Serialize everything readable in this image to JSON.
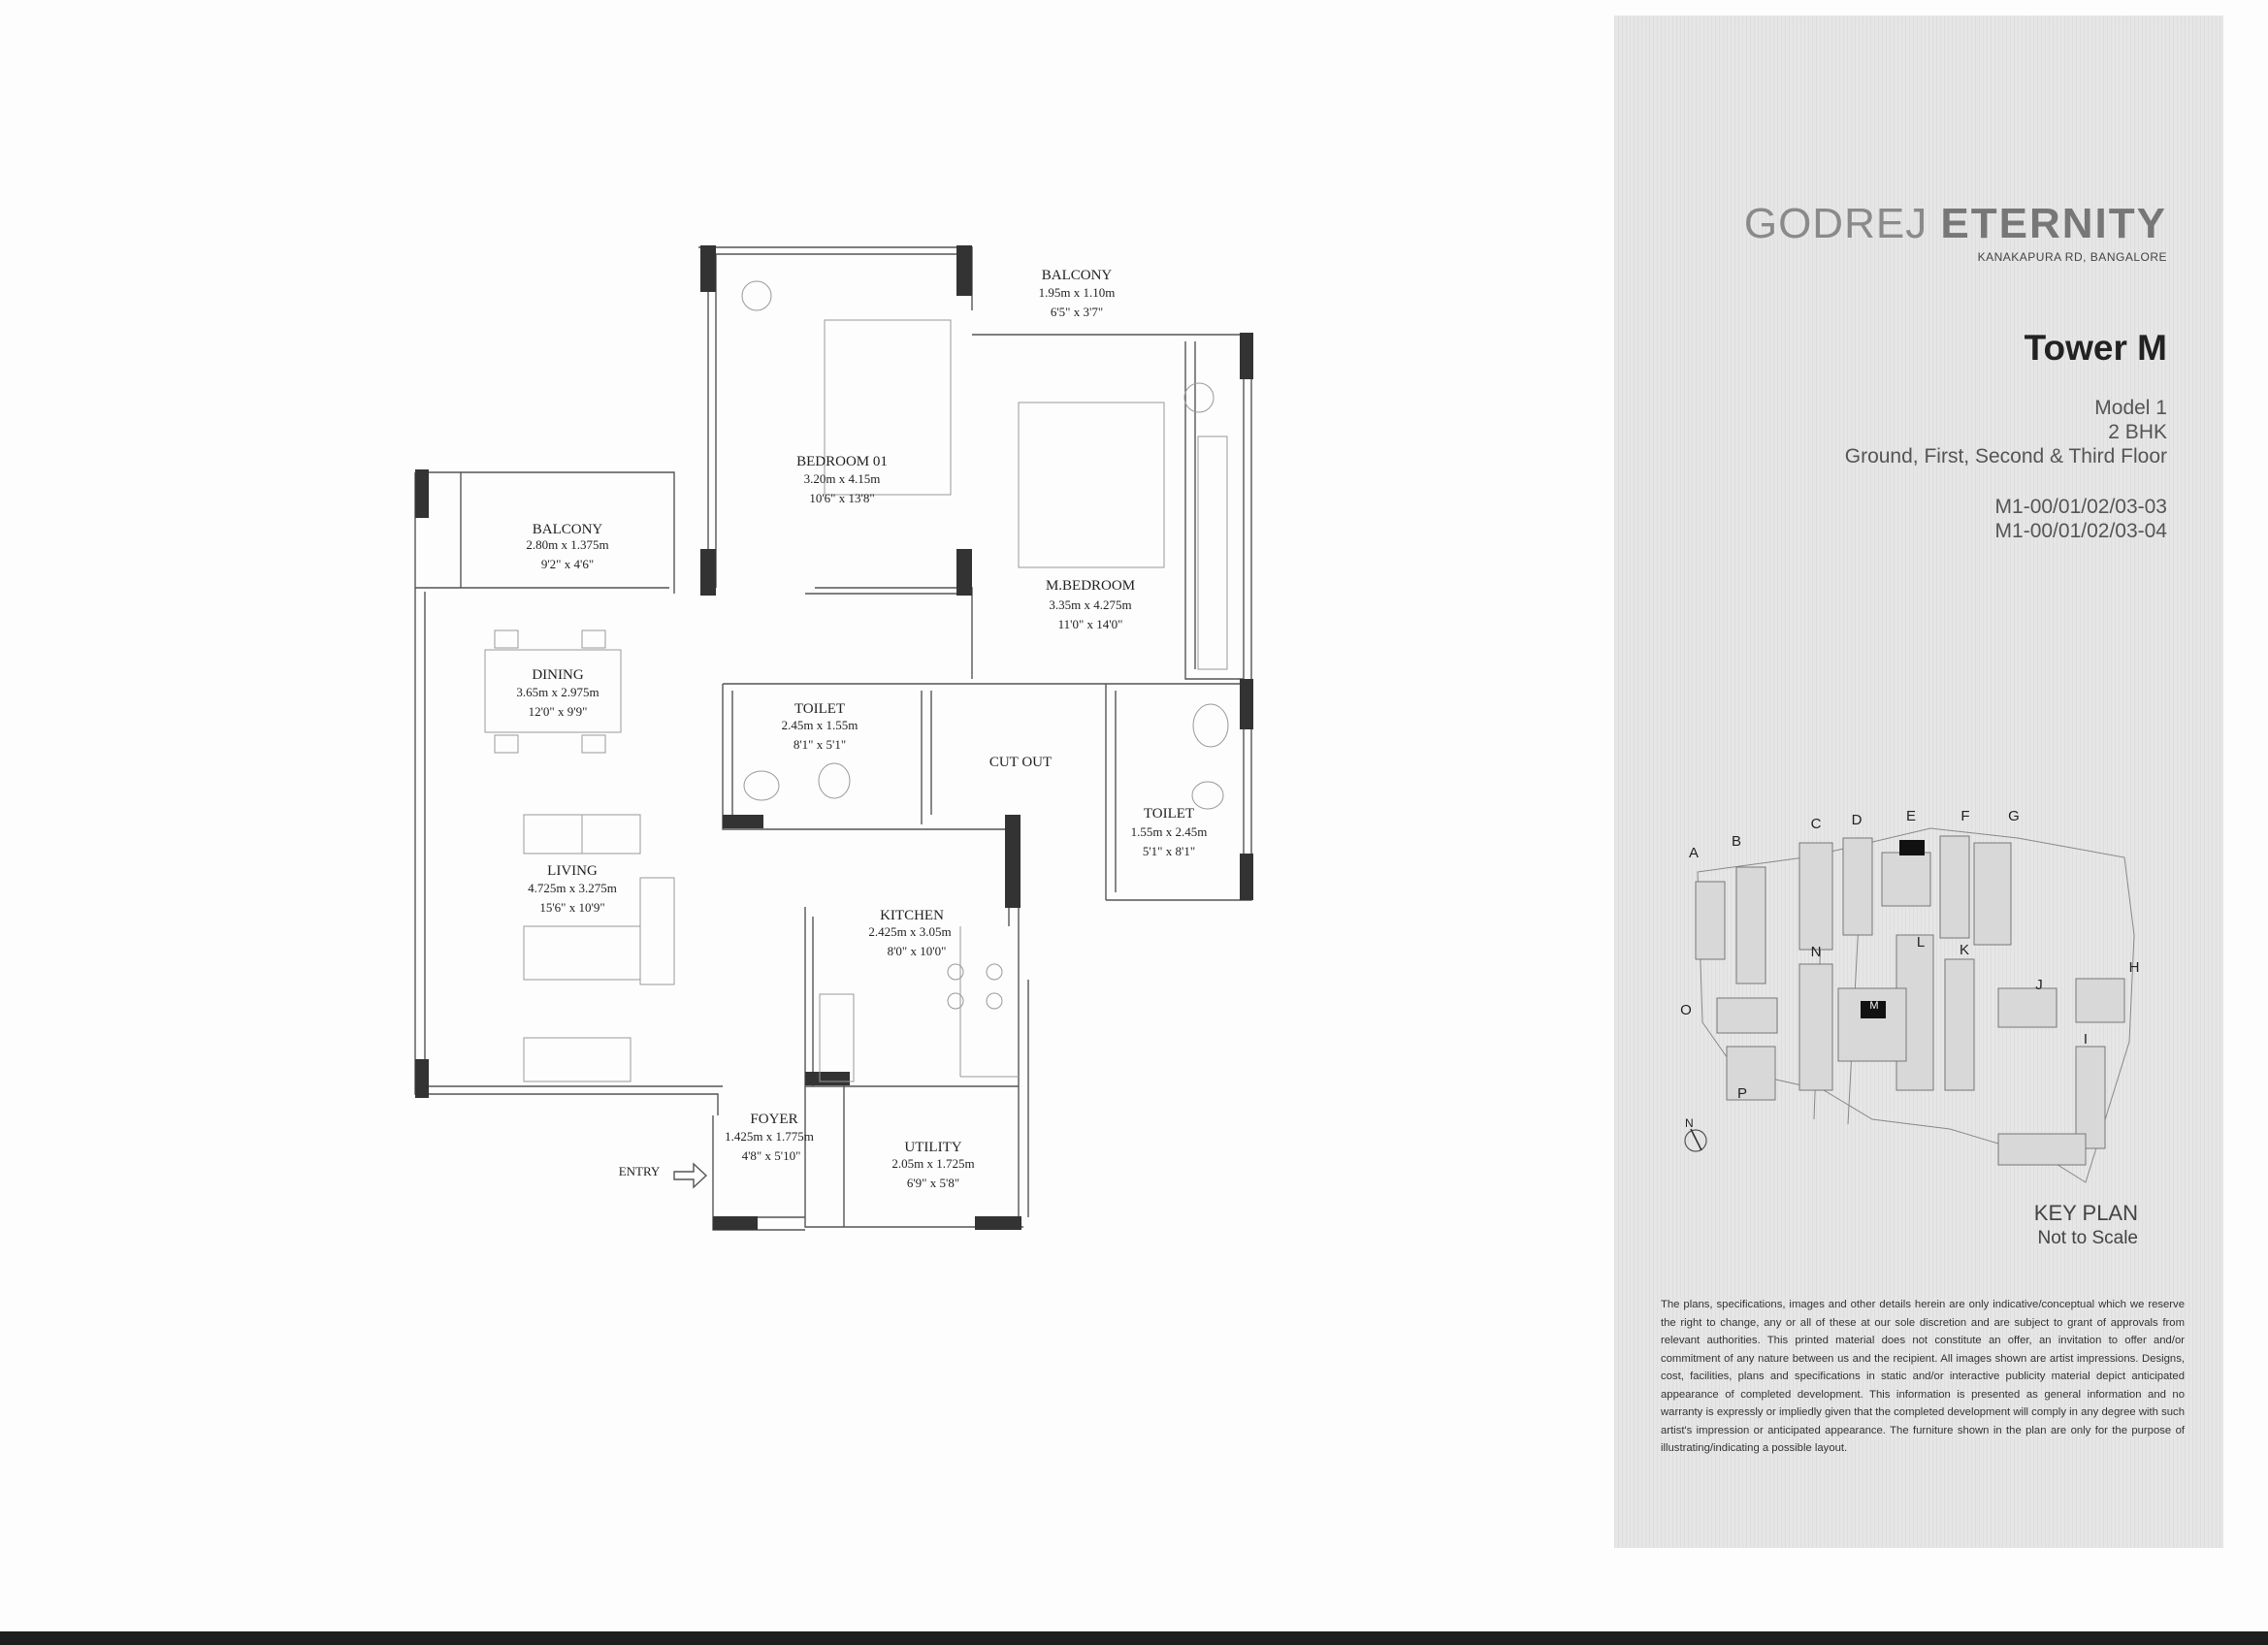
{
  "plan": {
    "rooms": [
      {
        "key": "balcony1",
        "name": "BALCONY",
        "dims_m": "1.95m x 1.10m",
        "dims_ft": "6'5\" x 3'7\""
      },
      {
        "key": "bedroom01",
        "name": "BEDROOM 01",
        "dims_m": "3.20m x 4.15m",
        "dims_ft": "10'6\" x 13'8\""
      },
      {
        "key": "balcony2",
        "name": "BALCONY",
        "dims_m": "2.80m x 1.375m",
        "dims_ft": "9'2\" x 4'6\""
      },
      {
        "key": "mbedroom",
        "name": "M.BEDROOM",
        "dims_m": "3.35m x 4.275m",
        "dims_ft": "11'0\" x 14'0\""
      },
      {
        "key": "dining",
        "name": "DINING",
        "dims_m": "3.65m x 2.975m",
        "dims_ft": "12'0\" x 9'9\""
      },
      {
        "key": "toilet1",
        "name": "TOILET",
        "dims_m": "2.45m x 1.55m",
        "dims_ft": "8'1\" x 5'1\""
      },
      {
        "key": "cutout",
        "name": "CUT OUT"
      },
      {
        "key": "toilet2",
        "name": "TOILET",
        "dims_m": "1.55m x 2.45m",
        "dims_ft": "5'1\" x 8'1\""
      },
      {
        "key": "living",
        "name": "LIVING",
        "dims_m": "4.725m x 3.275m",
        "dims_ft": "15'6\" x 10'9\""
      },
      {
        "key": "kitchen",
        "name": "KITCHEN",
        "dims_m": "2.425m x 3.05m",
        "dims_ft": "8'0\" x 10'0\""
      },
      {
        "key": "foyer",
        "name": "FOYER",
        "dims_m": "1.425m x 1.775m",
        "dims_ft": "4'8\" x 5'10\""
      },
      {
        "key": "utility",
        "name": "UTILITY",
        "dims_m": "2.05m x 1.725m",
        "dims_ft": "6'9\" x 5'8\""
      }
    ],
    "entry": "ENTRY"
  },
  "brand": {
    "light": "GODREJ ",
    "bold": "ETERNITY",
    "location": "KANAKAPURA RD, BANGALORE"
  },
  "tower": "Tower M",
  "model": {
    "line1": "Model 1",
    "line2": "2 BHK",
    "floors": "Ground, First, Second & Third Floor"
  },
  "units": [
    "M1-00/01/02/03-03",
    "M1-00/01/02/03-04"
  ],
  "keyplan": {
    "title": "KEY PLAN",
    "subtitle": "Not to Scale",
    "north": "N",
    "towers": [
      "A",
      "B",
      "C",
      "D",
      "E",
      "F",
      "G",
      "H",
      "I",
      "J",
      "K",
      "L",
      "M",
      "N",
      "O",
      "P"
    ]
  },
  "disclaimer": "The plans, specifications, images and other details herein are only indicative/conceptual which we reserve the right to change, any or all of these at our sole discretion and are subject to grant of approvals from relevant authorities. This printed material does not constitute an offer, an invitation to offer and/or commitment of any nature between us and the recipient. All images shown are artist impressions. Designs, cost, facilities, plans and specifications in static and/or interactive publicity material depict anticipated appearance of completed development. This information is presented as general information and no warranty is expressly or impliedly given that the completed development will comply in any degree with such artist's impression or anticipated appearance. The furniture shown in the plan are only for the purpose of illustrating/indicating a possible layout.",
  "colors": {
    "panel_bg": "#e6e6e6",
    "highlight": "#111111",
    "wall": "#333333"
  }
}
